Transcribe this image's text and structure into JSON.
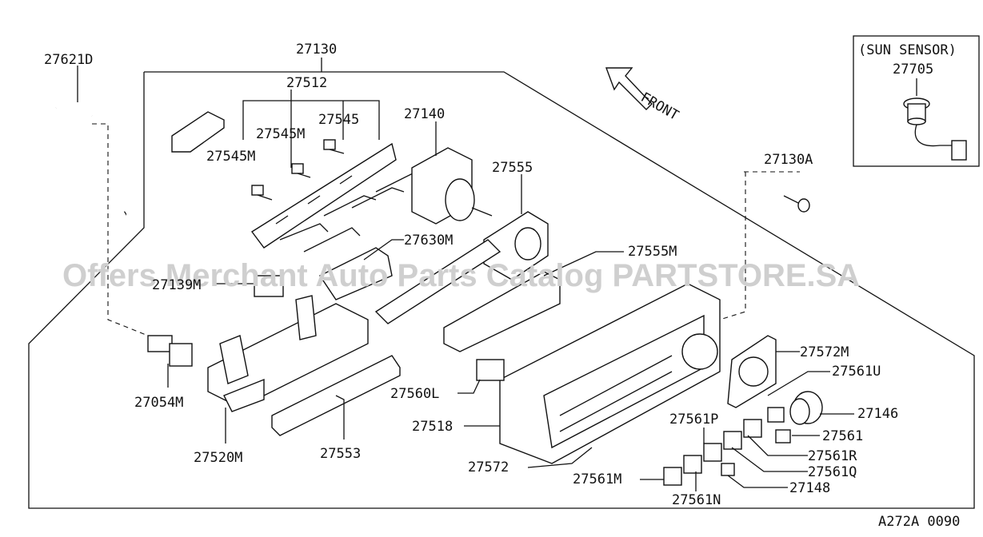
{
  "watermark": "Offers Merchant Auto Parts Catalog PARTSTORE.SA",
  "diagram_code": "A272A 0090",
  "front_label": "FRONT",
  "sun_sensor": {
    "title": "(SUN SENSOR)",
    "part": "27705"
  },
  "labels": {
    "p27621D": "27621D",
    "p27130": "27130",
    "p27512": "27512",
    "p27545": "27545",
    "p27545M_a": "27545M",
    "p27545M_b": "27545M",
    "p27140": "27140",
    "p27555": "27555",
    "p27130A": "27130A",
    "p27630M": "27630M",
    "p27555M": "27555M",
    "p27139M": "27139M",
    "p27572M": "27572M",
    "p27561U": "27561U",
    "p27054M": "27054M",
    "p27560L": "27560L",
    "p27146": "27146",
    "p27518": "27518",
    "p27561P": "27561P",
    "p27561": "27561",
    "p27520M": "27520M",
    "p27553": "27553",
    "p27572": "27572",
    "p27561R": "27561R",
    "p27561Q": "27561Q",
    "p27561M": "27561M",
    "p27148": "27148",
    "p27561N": "27561N"
  }
}
